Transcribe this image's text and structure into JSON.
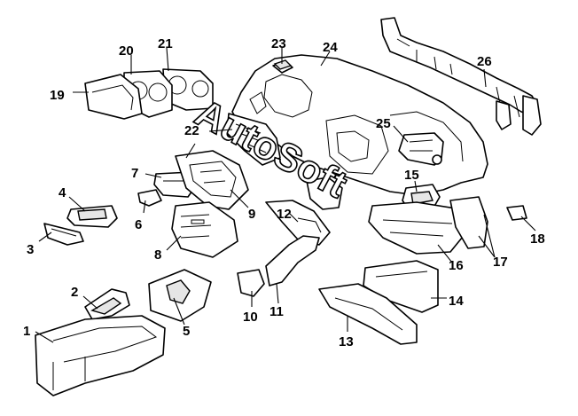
{
  "watermark": {
    "text": "AutoSoft"
  },
  "callouts": [
    {
      "id": "1",
      "label": "1"
    },
    {
      "id": "2",
      "label": "2"
    },
    {
      "id": "3",
      "label": "3"
    },
    {
      "id": "4",
      "label": "4"
    },
    {
      "id": "5",
      "label": "5"
    },
    {
      "id": "6",
      "label": "6"
    },
    {
      "id": "7",
      "label": "7"
    },
    {
      "id": "8",
      "label": "8"
    },
    {
      "id": "9",
      "label": "9"
    },
    {
      "id": "10",
      "label": "10"
    },
    {
      "id": "11",
      "label": "11"
    },
    {
      "id": "12",
      "label": "12"
    },
    {
      "id": "13",
      "label": "13"
    },
    {
      "id": "14",
      "label": "14"
    },
    {
      "id": "15",
      "label": "15"
    },
    {
      "id": "16",
      "label": "16"
    },
    {
      "id": "17",
      "label": "17"
    },
    {
      "id": "18",
      "label": "18"
    },
    {
      "id": "19",
      "label": "19"
    },
    {
      "id": "20",
      "label": "20"
    },
    {
      "id": "21",
      "label": "21"
    },
    {
      "id": "22",
      "label": "22"
    },
    {
      "id": "23",
      "label": "23"
    },
    {
      "id": "24",
      "label": "24"
    },
    {
      "id": "25",
      "label": "25"
    },
    {
      "id": "26",
      "label": "26"
    }
  ]
}
